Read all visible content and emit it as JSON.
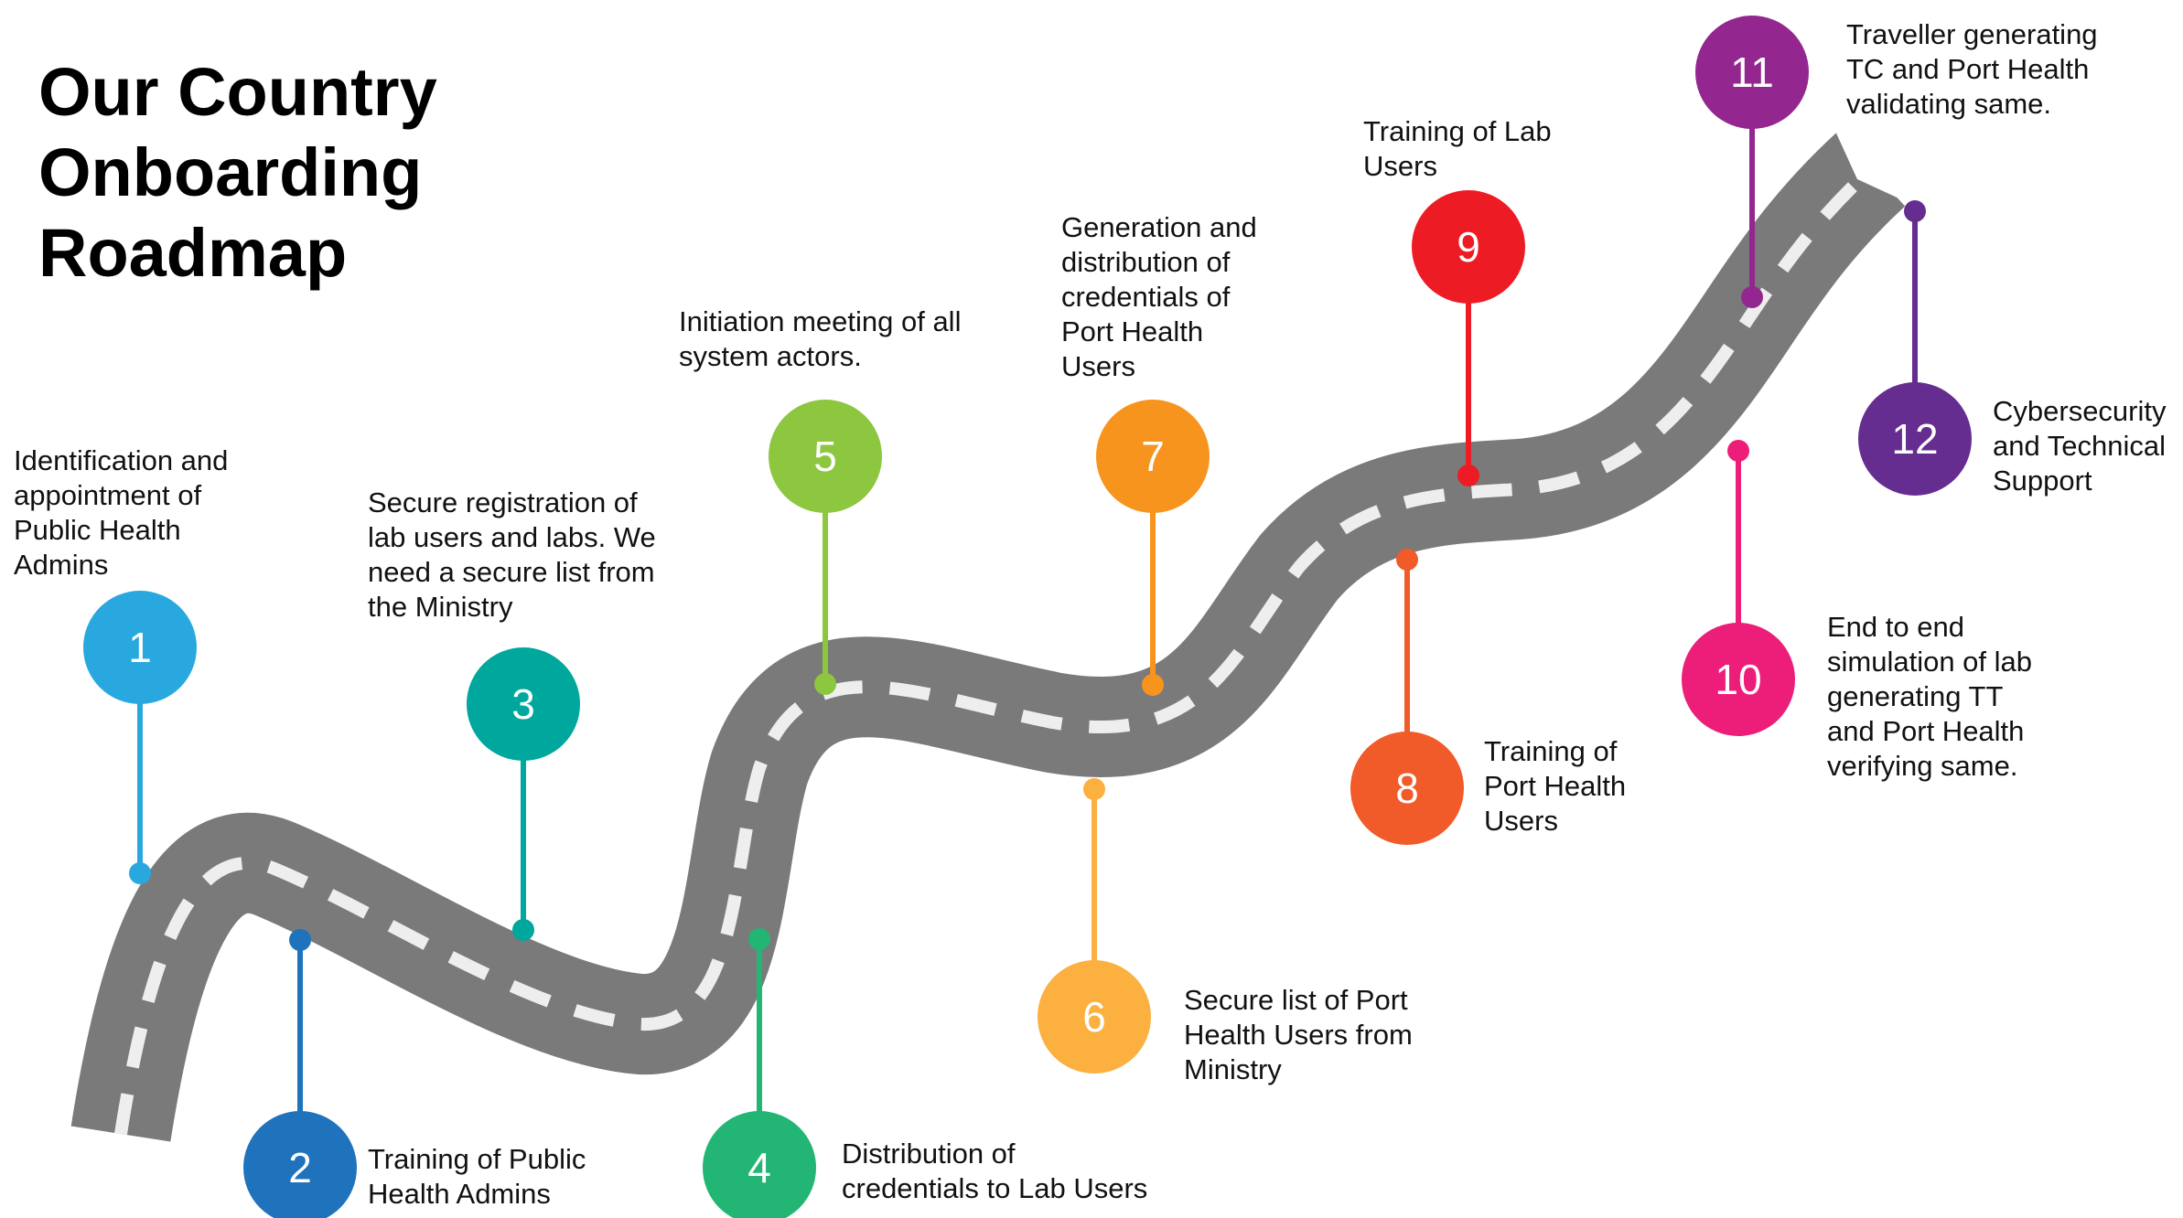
{
  "title": [
    "Our Country",
    "Onboarding",
    "Roadmap"
  ],
  "steps": [
    {
      "number": "1",
      "color": "#29A8E0",
      "label": [
        "Identification and",
        "appointment of",
        "Public Health",
        "Admins"
      ]
    },
    {
      "number": "2",
      "color": "#1F73BC",
      "label": [
        "Training of Public",
        "Health Admins"
      ]
    },
    {
      "number": "3",
      "color": "#00A79D",
      "label": [
        "Secure registration of",
        "lab users and labs. We",
        "need a secure list from",
        "the Ministry"
      ]
    },
    {
      "number": "4",
      "color": "#22B573",
      "label": [
        "Distribution of",
        "credentials to Lab Users"
      ]
    },
    {
      "number": "5",
      "color": "#8DC63F",
      "label": [
        "Initiation meeting of all",
        "system actors."
      ]
    },
    {
      "number": "6",
      "color": "#FBB040",
      "label": [
        "Secure list of Port",
        "Health Users from",
        "Ministry"
      ]
    },
    {
      "number": "7",
      "color": "#F7941D",
      "label": [
        "Generation and",
        "distribution of",
        "credentials of",
        "Port Health",
        "Users"
      ]
    },
    {
      "number": "8",
      "color": "#F15A29",
      "label": [
        "Training of",
        "Port Health",
        "Users"
      ]
    },
    {
      "number": "9",
      "color": "#ED1C24",
      "label": [
        "Training of Lab",
        "Users"
      ]
    },
    {
      "number": "10",
      "color": "#EC1E79",
      "label": [
        "End to end",
        "simulation of lab",
        "generating TT",
        "and Port Health",
        "verifying same."
      ]
    },
    {
      "number": "11",
      "color": "#93278F",
      "label": [
        "Traveller generating",
        "TC and Port Health",
        "validating same."
      ]
    },
    {
      "number": "12",
      "color": "#662D91",
      "label": [
        "Cybersecurity",
        "and Technical",
        "Support"
      ]
    }
  ],
  "colors": {
    "road": "#7A7A7A",
    "road_dash": "#EEEEEE",
    "arrow_head": "#FFFFFF"
  }
}
